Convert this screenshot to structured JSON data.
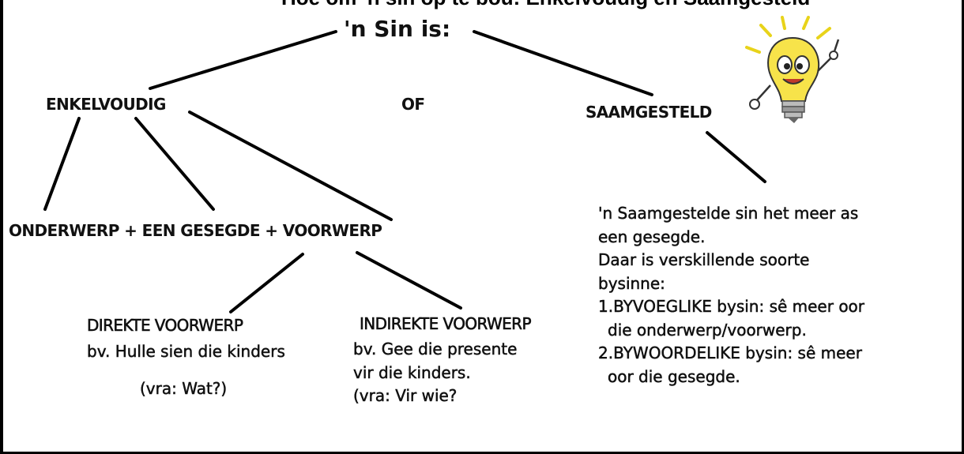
{
  "header_partial": "Hoe om 'n sin op te bou: Enkelvoudig en Saamgesteld",
  "root": "'n Sin is:",
  "branches": {
    "left": "ENKELVOUDIG",
    "middle": "OF",
    "right": "SAAMGESTELD"
  },
  "structure": "ONDERWERP + EEN GESEGDE + VOORWERP",
  "direct_object": {
    "title": "DIREKTE VOORWERP",
    "example": "bv. Hulle sien die kinders",
    "question": "(vra: Wat?)"
  },
  "indirect_object": {
    "title": "INDIREKTE VOORWERP",
    "lines": [
      "bv. Gee die presente",
      "vir die kinders.",
      "(vra: Vir wie?"
    ]
  },
  "compound": {
    "lines": [
      "'n Saamgestelde sin het meer as",
      "een gesegde.",
      "Daar is verskillende soorte",
      "bysinne:",
      "1.BYVOEGLIKE bysin: sê meer oor",
      "die onderwerp/voorwerp.",
      "2.BYWOORDELIKE bysin: sê meer",
      "oor die gesegde."
    ]
  },
  "icons": [
    "lightbulb-mascot-icon"
  ],
  "colors": {
    "bulb": "#f7e34a",
    "ink": "#111111"
  }
}
